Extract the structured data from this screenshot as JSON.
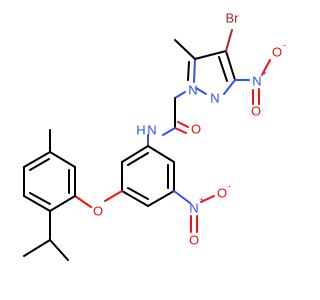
{
  "molecule": {
    "atoms": [
      {
        "id": "br",
        "label": "Br",
        "color": "#a62929"
      },
      {
        "id": "n_pz1",
        "label": "N",
        "color": "#3050f8"
      },
      {
        "id": "n_pz2",
        "label": "N",
        "color": "#3050f8"
      },
      {
        "id": "n_nitro_top",
        "label": "N",
        "color": "#3050f8"
      },
      {
        "id": "o_nitro_top_1",
        "label": "O",
        "color": "#ff0d0d"
      },
      {
        "id": "o_nitro_top_2",
        "label": "O",
        "color": "#ff0d0d"
      },
      {
        "id": "o_amide",
        "label": "O",
        "color": "#ff0d0d"
      },
      {
        "id": "nh_amide",
        "label": "N",
        "color": "#3050f8"
      },
      {
        "id": "h_amide",
        "label": "H",
        "color": "#3050f8"
      },
      {
        "id": "o_ether",
        "label": "O",
        "color": "#ff0d0d"
      },
      {
        "id": "n_nitro_bot",
        "label": "N",
        "color": "#3050f8"
      },
      {
        "id": "o_nitro_bot_1",
        "label": "O",
        "color": "#ff0d0d"
      },
      {
        "id": "o_nitro_bot_2",
        "label": "O",
        "color": "#ff0d0d"
      }
    ],
    "charges": {
      "plus": "+",
      "minus": "-"
    }
  }
}
